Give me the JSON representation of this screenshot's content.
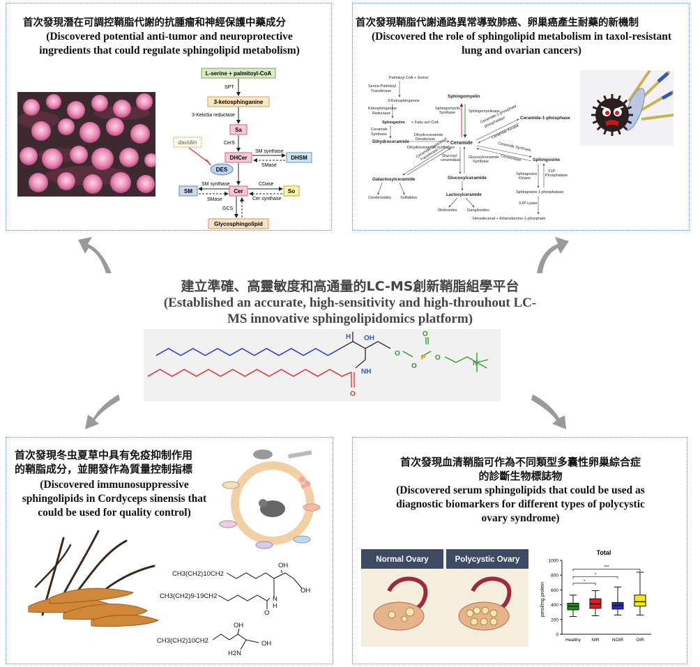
{
  "center": {
    "title_zh": "建立準確、高靈敏度和高通量的LC-MS創新鞘脂組學平台",
    "title_en_1": "(Established an accurate, high-sensitivity and high-throuhout LC-",
    "title_en_2": "MS innovative sphingolipidomics platform)"
  },
  "top_left": {
    "title_zh": "首次發現潛在可調控鞘脂代謝的抗腫瘤和神經保護中藥成分",
    "title_en_1": "(Discovered potential anti-tumor and neuroprotective",
    "title_en_2": "ingredients that could regulate sphingolipid metabolism)",
    "pathway": {
      "start": "L-serine + palmitoyl-CoA",
      "spt": "SPT",
      "keto": "3-ketosphinganine",
      "keto_reductase": "3-KetoSa reductase",
      "sa": "Sa",
      "cers": "CerS",
      "davidiin": "davidiin",
      "dhcer": "DHCer",
      "sm_synthase_1": "SM synthase",
      "smase_1": "SMase",
      "dhsm": "DHSM",
      "des": "DES",
      "sm": "SM",
      "sm_synthase_2": "SM synthase",
      "smase_2": "SMase",
      "cer": "Cer",
      "cdase": "CDase",
      "cer_synthase": "Cer synthase",
      "so": "So",
      "gcs": "GCS",
      "glyco": "Glycosphingolipid"
    }
  },
  "top_right": {
    "title_zh": "首次發現鞘脂代謝通路異常導致肺癌、卵巢癌產生耐藥的新機制",
    "title_en_1": "(Discovered the role of sphingolipid metabolism in taxol-resistant",
    "title_en_2": "lung and ovarian cancers)",
    "pathway": {
      "start": "Palmitoyl CoA + Serine",
      "spt": "Serine-Palmitoyl",
      "spt2": "Transferase",
      "keto": "3-Ketosphinganine",
      "kr1": "Ketosphinganine",
      "kr2": "Reductase",
      "sphinganine": "Sphinganine",
      "fatty": "+ Fatty acil CoA",
      "cs1": "Ceramide",
      "cs2": "Synthase",
      "dhcer": "Dihydroceramide",
      "dd1": "Dihydroceramide",
      "dd2": "Desaturase",
      "dhs": "Dihydroceramide synthases",
      "ceramide": "Ceramide",
      "sphingomyelin": "Sphingomyelin",
      "sms1": "Sphingomyelin",
      "sms2": "Synthase",
      "smase": "Sphingomyelinase",
      "c1p": "Ceramide-1-phosphase",
      "c1pp1": "Ceramide-1-phosphate",
      "c1pp2": "phosphatase",
      "ck": "Ceramide Kinase",
      "cersyn": "Ceramide Synthase",
      "cerase": "Ceramidase",
      "sphingosine": "Sphingosine",
      "gal1": "Ceramide Galactosyl",
      "gal2": "Transferase",
      "galcer": "Galactosylceramide",
      "glc1": "Glucosyl",
      "glc2": "ceramidase",
      "gcs1": "Glucosylceramide",
      "gcs2": "Synthase",
      "glccer": "Glucosylceramide",
      "sk1": "Sphingosine",
      "sk2": "Kinase",
      "s1p_p1": "S1P",
      "s1p_p2": "Phosphatase",
      "cerebrosides": "Cerebrosides",
      "sulfatides": "Sulfatides",
      "lactosyl": "Lactosylceramide",
      "s1p": "Sphingosine-1-phosphatase",
      "globosides": "Globosides",
      "gangliosides": "Gangliosides",
      "s1p_lyase": "S1P-Lyase",
      "hexadecenal": "Hexadecenal + Ethanolamine-1-phosphate"
    }
  },
  "bottom_left": {
    "title_zh_1": "首次發現冬虫夏草中具有免疫抑制作用",
    "title_zh_2": "的鞘脂成分，並開發作為質量控制指標",
    "title_en_1": "(Discovered immunosuppressive",
    "title_en_2": "sphingolipids in Cordyceps sinensis that",
    "title_en_3": "could be used for quality control)",
    "struct1": {
      "chain_a": "CH3(CH2)10CH2",
      "chain_b": "CH3(CH2)9-19CH2",
      "oh": "OH",
      "nh": "N",
      "h": "H",
      "o": "O"
    },
    "struct2": {
      "chain": "CH3(CH2)10CH2",
      "oh1": "OH",
      "oh2": "OH",
      "nh2": "H2N"
    }
  },
  "bottom_right": {
    "title_zh_1": "首次發現血清鞘脂可作為不同類型多囊性卵巢綜合症",
    "title_zh_2": "的診斷生物標誌物",
    "title_en_1": "(Discovered serum sphingolipids that could be used as",
    "title_en_2": "diagnostic biomarkers for different types of polycystic",
    "title_en_3": "ovary syndrome)",
    "normal_label": "Normal Ovary",
    "pcos_label": "Polycystic Ovary",
    "chart_title": "Total"
  },
  "chart_data": {
    "type": "box",
    "title": "Total",
    "ylabel": "pmol/mg protein",
    "ylim": [
      0,
      1000
    ],
    "yticks": [
      0,
      200,
      400,
      600,
      800,
      1000
    ],
    "categories": [
      "Healthy",
      "NIR",
      "NOIR",
      "OIR"
    ],
    "colors": [
      "#1a8f1a",
      "#e41a1a",
      "#1a2ad8",
      "#f5e61a"
    ],
    "boxes": [
      {
        "min": 240,
        "q1": 330,
        "median": 380,
        "q3": 420,
        "max": 530
      },
      {
        "min": 250,
        "q1": 350,
        "median": 410,
        "q3": 480,
        "max": 590
      },
      {
        "min": 260,
        "q1": 340,
        "median": 390,
        "q3": 430,
        "max": 640
      },
      {
        "min": 260,
        "q1": 380,
        "median": 440,
        "q3": 530,
        "max": 840
      }
    ],
    "significance": [
      "*",
      "*",
      "***"
    ]
  }
}
